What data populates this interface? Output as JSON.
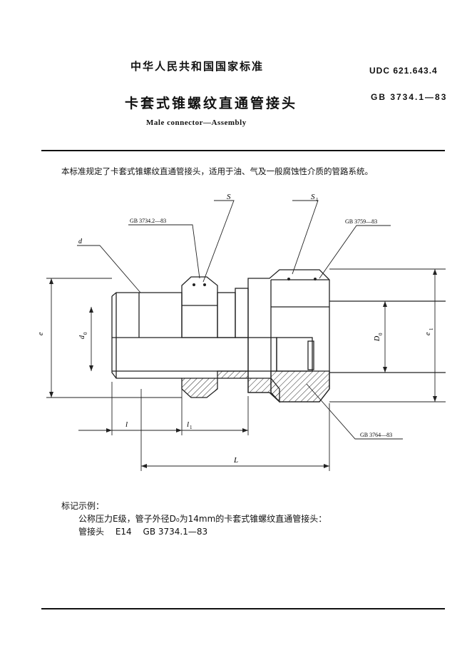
{
  "header": {
    "national_standard": "中华人民共和国国家标准",
    "udc": "UDC  621.643.4",
    "title_cn": "卡套式锥螺纹直通管接头",
    "gb_number": "GB  3734.1—83",
    "title_en": "Male connector—Assembly"
  },
  "scope_text": "本标准规定了卡套式锥螺纹直通管接头，适用于油、气及一般腐蚀性介质的管路系统。",
  "drawing": {
    "labels": {
      "S": "S",
      "S1": "S",
      "S1_sub": "1",
      "d": "d",
      "d0": "d",
      "d0_sub": "0",
      "e": "e",
      "e1": "e",
      "e1_sub": "1",
      "D0": "D",
      "D0_sub": "0",
      "l": "l",
      "l1": "l",
      "l1_sub": "1",
      "L": "L"
    },
    "refs": {
      "left": "GB  3734.2—83",
      "right": "GB  3759—83",
      "bottom": "GB  3764—83"
    }
  },
  "example": {
    "heading": "标记示例：",
    "description": "公称压力E级，管子外径D₀为14mm的卡套式锥螺纹直通管接头：",
    "marking": [
      "管接头",
      "E14",
      "GB  3734.1—83"
    ]
  }
}
